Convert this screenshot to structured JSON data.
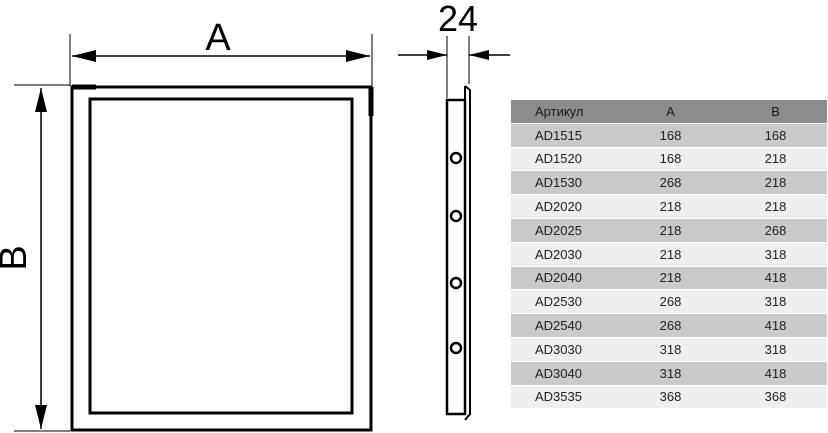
{
  "dimensions": {
    "width_label": "A",
    "height_label": "B",
    "depth_label": "24"
  },
  "table": {
    "headers": [
      "Артикул",
      "A",
      "B"
    ],
    "rows": [
      [
        "AD1515",
        "168",
        "168"
      ],
      [
        "AD1520",
        "168",
        "218"
      ],
      [
        "AD1530",
        "268",
        "218"
      ],
      [
        "AD2020",
        "218",
        "218"
      ],
      [
        "AD2025",
        "218",
        "268"
      ],
      [
        "AD2030",
        "218",
        "318"
      ],
      [
        "AD2040",
        "218",
        "418"
      ],
      [
        "AD2530",
        "268",
        "318"
      ],
      [
        "AD2540",
        "268",
        "418"
      ],
      [
        "AD3030",
        "318",
        "318"
      ],
      [
        "AD3040",
        "318",
        "418"
      ],
      [
        "AD3535",
        "368",
        "368"
      ]
    ]
  },
  "colors": {
    "line": "#000000",
    "header_bg": "#8c8c8c",
    "row_dark": "#c9c9c9",
    "row_light": "#eeeeee"
  }
}
